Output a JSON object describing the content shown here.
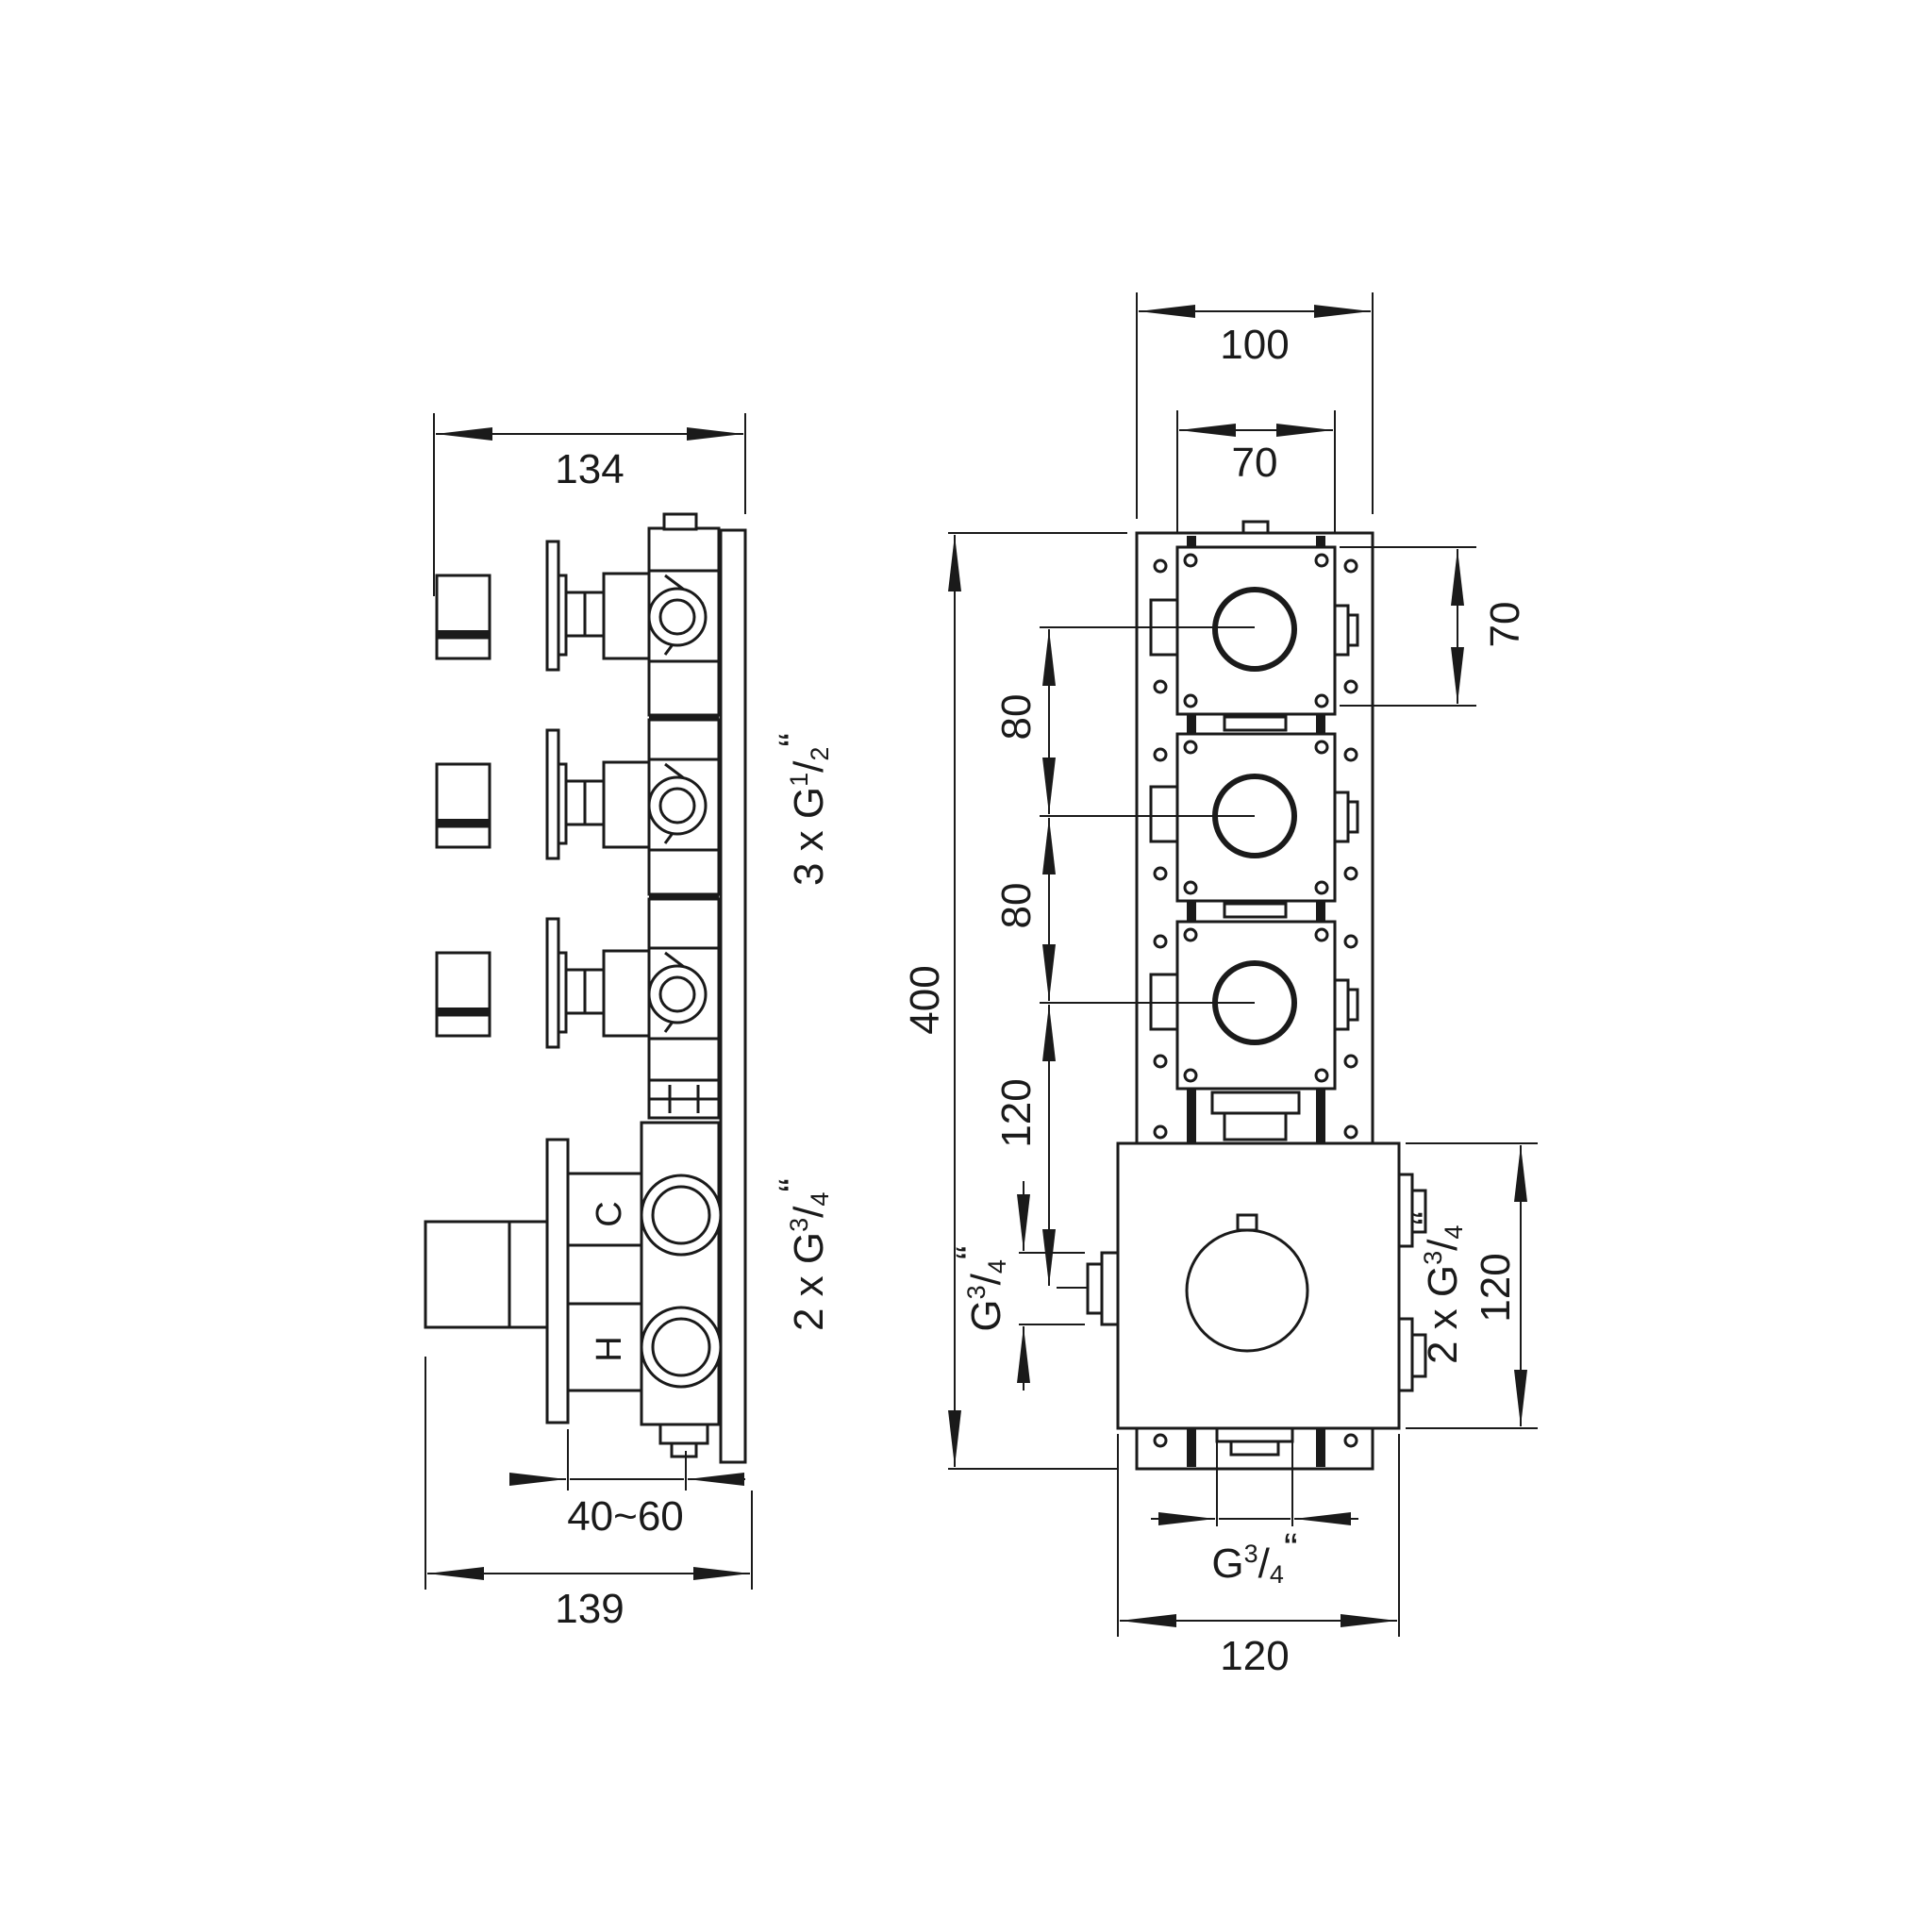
{
  "side_view": {
    "width_top": "134",
    "width_bottom": "139",
    "wall_depth": "40~60",
    "outlets": {
      "count": "3 x G",
      "num": "1",
      "den": "2",
      "quote": "“"
    },
    "inlets": {
      "count": "2 x G",
      "num": "3",
      "den": "4",
      "quote": "“"
    },
    "cold_label": "C",
    "hot_label": "H"
  },
  "front_view": {
    "width_outer": "100",
    "width_inner": "70",
    "height_total": "400",
    "module_height": "70",
    "spacing_1": "80",
    "spacing_2": "80",
    "spacing_3": "120",
    "thermostat_height": "120",
    "thermostat_width": "120",
    "left_connection": {
      "prefix": "G",
      "num": "3",
      "den": "4",
      "quote": "“"
    },
    "right_connections": {
      "count": "2 x G",
      "num": "3",
      "den": "4",
      "quote": "“"
    },
    "bottom_connection": {
      "prefix": "G",
      "num": "3",
      "den": "4",
      "quote": "“"
    }
  }
}
